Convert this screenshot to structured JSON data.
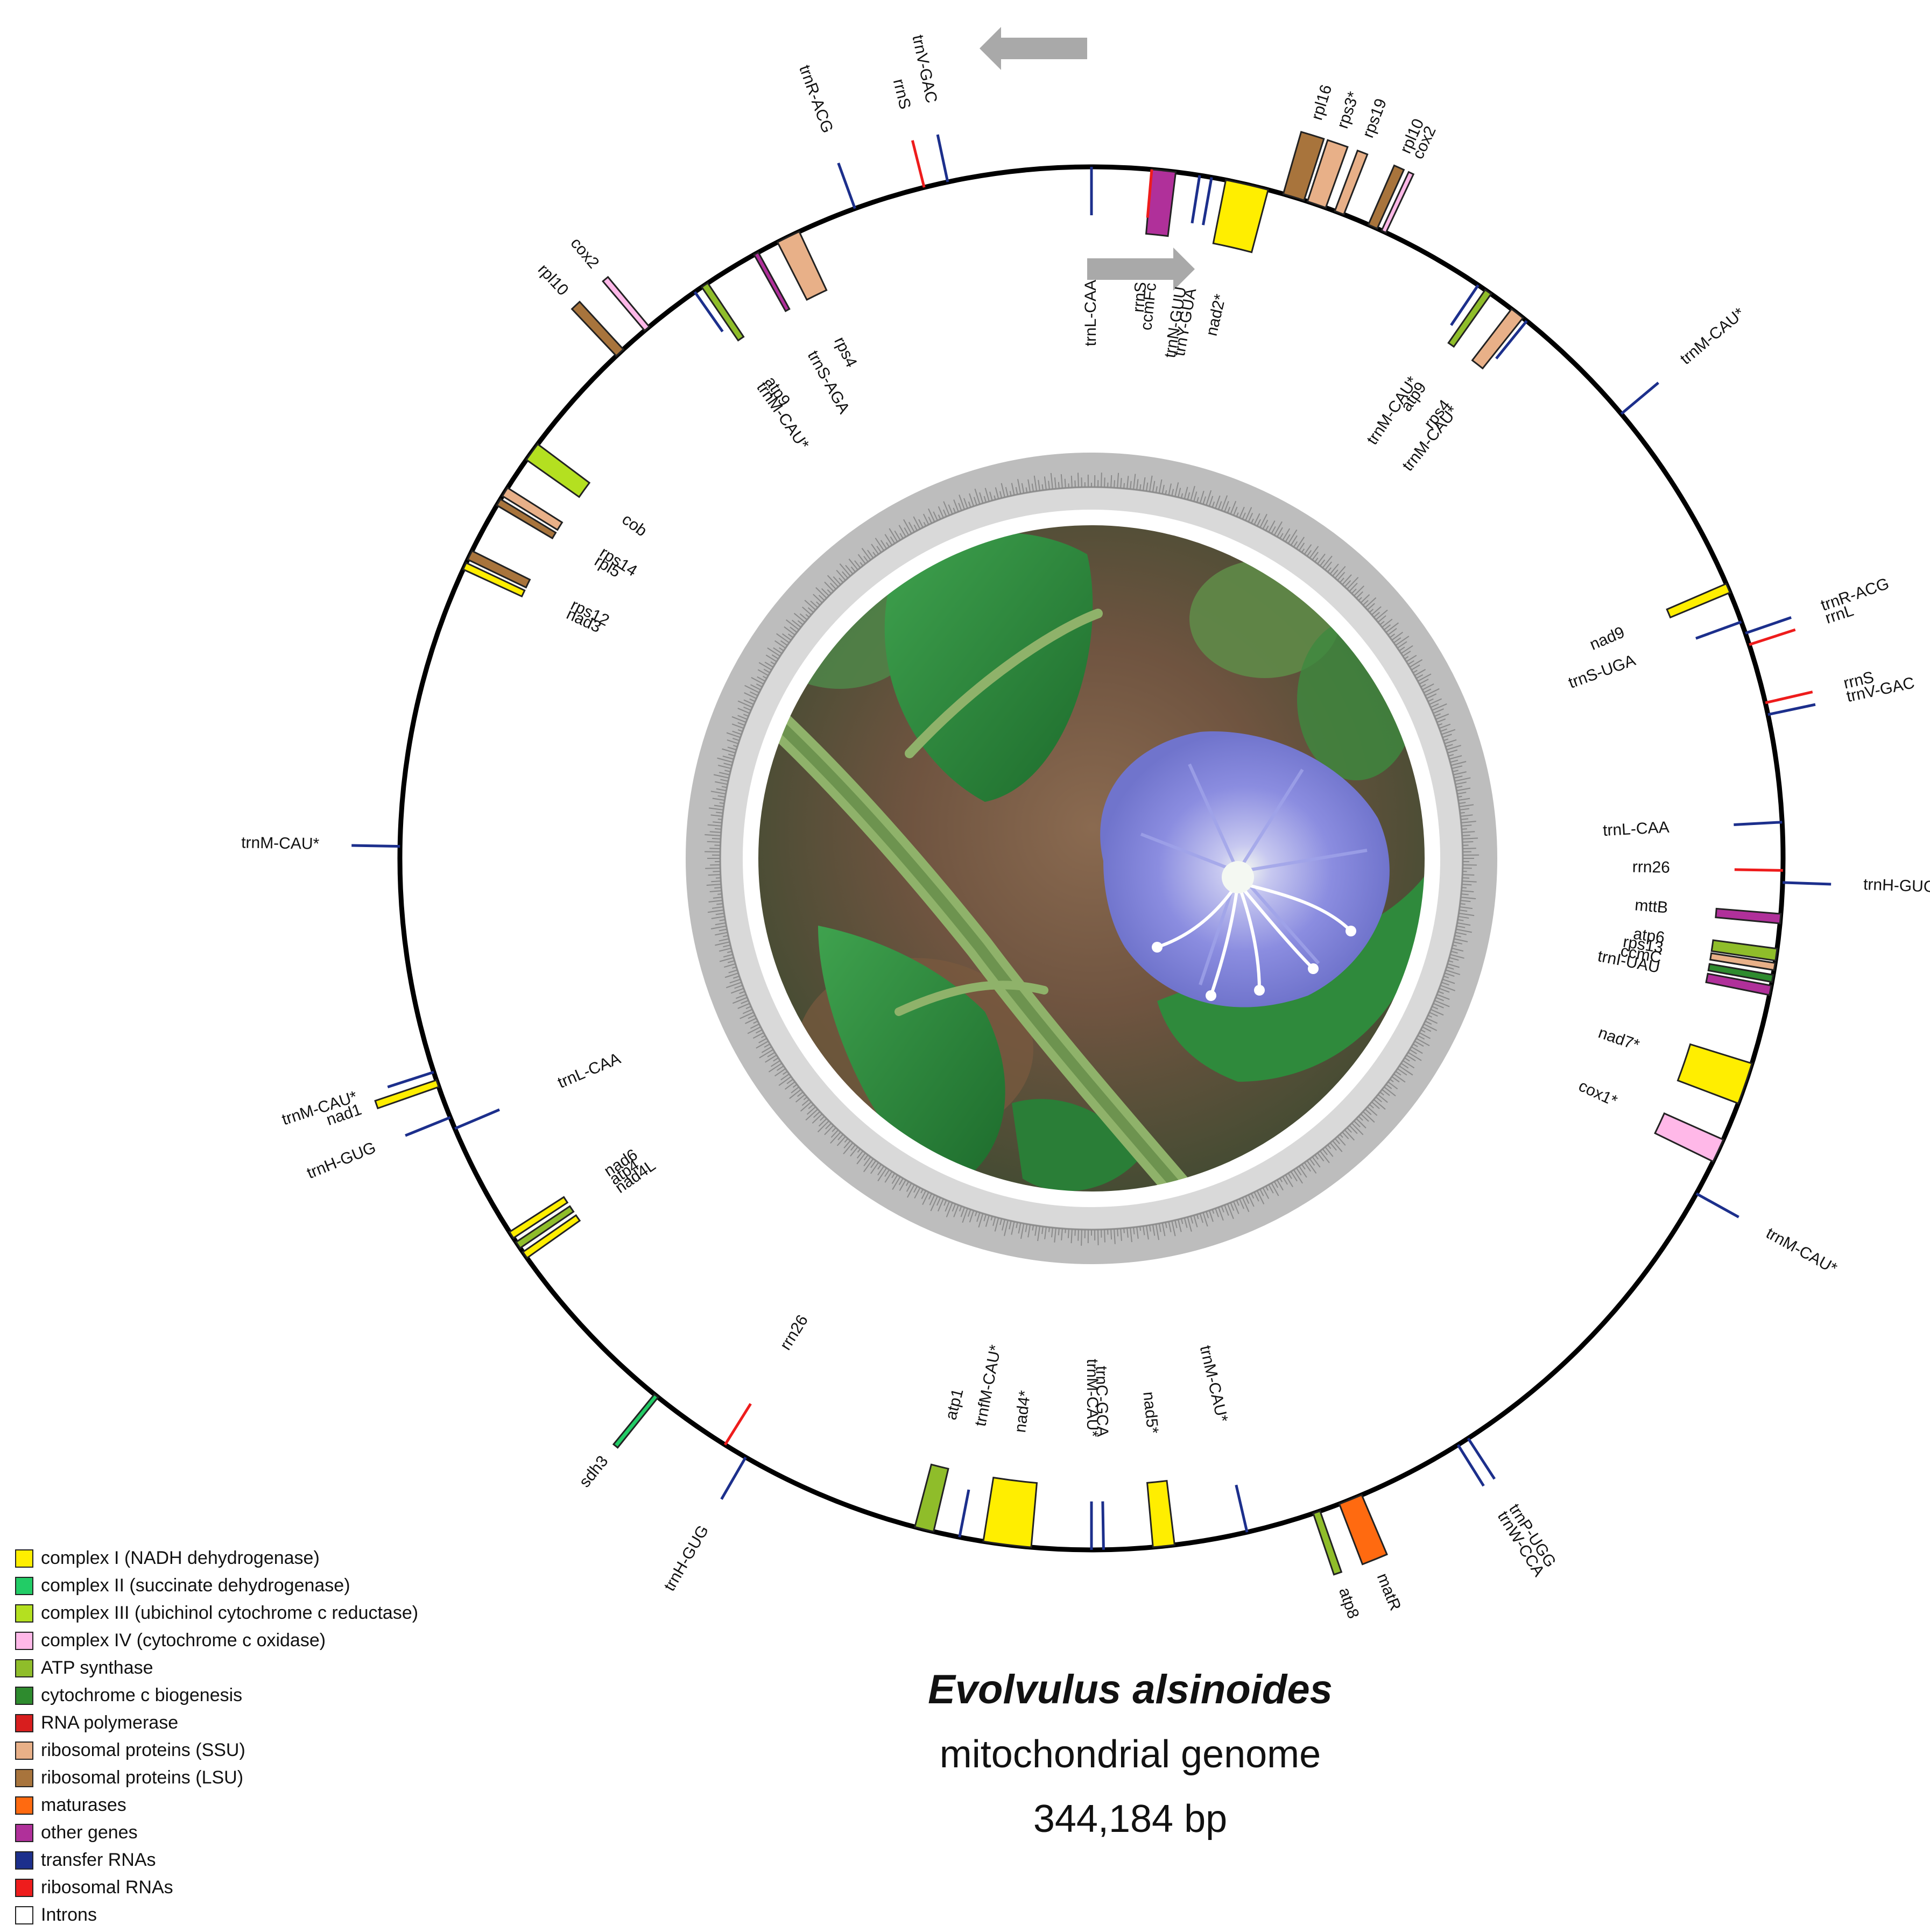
{
  "title": {
    "species": "Evolvulus alsinoides",
    "subtitle": "mitochondrial genome",
    "size": "344,184 bp"
  },
  "categories": {
    "complexI": {
      "label": "complex I (NADH dehydrogenase)",
      "color": "#ffee00"
    },
    "complexII": {
      "label": "complex II (succinate dehydrogenase)",
      "color": "#22cc66"
    },
    "complexIII": {
      "label": "complex III (ubichinol cytochrome c reductase)",
      "color": "#b4e020"
    },
    "complexIV": {
      "label": "complex IV (cytochrome c oxidase)",
      "color": "#ffb8e8"
    },
    "atp": {
      "label": "ATP synthase",
      "color": "#8fbd2a"
    },
    "ccm": {
      "label": "cytochrome c biogenesis",
      "color": "#2e8b2e"
    },
    "rnapol": {
      "label": "RNA polymerase",
      "color": "#d81e1e"
    },
    "rps": {
      "label": "ribosomal proteins (SSU)",
      "color": "#e8b088"
    },
    "rpl": {
      "label": "ribosomal proteins (LSU)",
      "color": "#a8743c"
    },
    "mat": {
      "label": "maturases",
      "color": "#ff6a10"
    },
    "other": {
      "label": "other genes",
      "color": "#b0309a"
    },
    "trna": {
      "label": "transfer RNAs",
      "color": "#1c2f8c"
    },
    "rrna": {
      "label": "ribosomal RNAs",
      "color": "#ee1c1c"
    },
    "intron": {
      "label": "Introns",
      "color": "#ffffff"
    }
  },
  "legend_order": [
    "complexI",
    "complexII",
    "complexIII",
    "complexIV",
    "atp",
    "ccm",
    "rnapol",
    "rps",
    "rpl",
    "mat",
    "other",
    "trna",
    "rrna",
    "intron"
  ],
  "photo": {
    "content": "Evolvulus alsinoides plant with blue-violet flower"
  },
  "features": [
    {
      "a": 0,
      "w": 0.4,
      "cat": "trna",
      "side": "in",
      "label": "trnL-CAA"
    },
    {
      "a": 348,
      "w": 0.4,
      "cat": "trna",
      "side": "out",
      "label": "trnV-GAC"
    },
    {
      "a": 346,
      "w": 0.5,
      "cat": "rrna",
      "side": "out",
      "label": "rrnS"
    },
    {
      "a": 340,
      "w": 0.4,
      "cat": "trna",
      "side": "out",
      "label": "trnR-ACG"
    },
    {
      "a": 334,
      "w": 2.0,
      "cat": "rps",
      "side": "in",
      "label": "rps4"
    },
    {
      "a": 331,
      "w": 0.4,
      "cat": "other",
      "side": "in",
      "label": "trnS-AGA"
    },
    {
      "a": 326,
      "w": 0.6,
      "cat": "atp",
      "side": "in",
      "label": "atp9"
    },
    {
      "a": 325,
      "w": 0.4,
      "cat": "trna",
      "side": "in",
      "label": "trnM-CAU*"
    },
    {
      "a": 320,
      "w": 0.5,
      "cat": "complexIV",
      "side": "out",
      "label": "cox2"
    },
    {
      "a": 317,
      "w": 0.8,
      "cat": "rpl",
      "side": "out",
      "label": "rpl10"
    },
    {
      "a": 306,
      "w": 1.6,
      "cat": "complexIII",
      "side": "in",
      "label": "cob"
    },
    {
      "a": 302,
      "w": 0.8,
      "cat": "rps",
      "side": "in",
      "label": "rps14"
    },
    {
      "a": 301,
      "w": 0.6,
      "cat": "rpl",
      "side": "in",
      "label": "rpl5"
    },
    {
      "a": 296,
      "w": 0.8,
      "cat": "rpl",
      "side": "in",
      "label": "rps12"
    },
    {
      "a": 295,
      "w": 0.6,
      "cat": "complexI",
      "side": "in",
      "label": "nad3"
    },
    {
      "a": 271,
      "w": 0.4,
      "cat": "trna",
      "side": "out",
      "label": "trnM-CAU*"
    },
    {
      "a": 252,
      "w": 0.4,
      "cat": "trna",
      "side": "out",
      "label": "trnM-CAU*"
    },
    {
      "a": 251,
      "w": 0.6,
      "cat": "complexI",
      "side": "out",
      "label": "nad1"
    },
    {
      "a": 248,
      "w": 0.4,
      "cat": "trna",
      "side": "out",
      "label": "trnH-GUG"
    },
    {
      "a": 247,
      "w": 0.4,
      "cat": "trna",
      "side": "in",
      "label": "trnL-CAA"
    },
    {
      "a": 237,
      "w": 0.6,
      "cat": "complexI",
      "side": "in",
      "label": "nad6"
    },
    {
      "a": 236,
      "w": 0.6,
      "cat": "atp",
      "side": "in",
      "label": "atp4"
    },
    {
      "a": 235,
      "w": 0.6,
      "cat": "complexI",
      "side": "in",
      "label": "nad4L"
    },
    {
      "a": 219,
      "w": 0.4,
      "cat": "complexII",
      "side": "out",
      "label": "sdh3"
    },
    {
      "a": 212,
      "w": 0.5,
      "cat": "rrna",
      "side": "in",
      "label": "rrn26"
    },
    {
      "a": 210,
      "w": 0.4,
      "cat": "trna",
      "side": "out",
      "label": "trnH-GUG"
    },
    {
      "a": 194,
      "w": 1.6,
      "cat": "atp",
      "side": "in",
      "label": "atp1"
    },
    {
      "a": 191,
      "w": 0.4,
      "cat": "trna",
      "side": "in",
      "label": "trnfM-CAU*"
    },
    {
      "a": 187,
      "w": 4.0,
      "cat": "complexI",
      "side": "in",
      "label": "nad4*"
    },
    {
      "a": 180,
      "w": 0.4,
      "cat": "trna",
      "side": "in",
      "label": "trnM-CAU*"
    },
    {
      "a": 179,
      "w": 0.4,
      "cat": "trna",
      "side": "in",
      "label": "trnC-GCA"
    },
    {
      "a": 174,
      "w": 1.8,
      "cat": "complexI",
      "side": "in",
      "label": "nad5*"
    },
    {
      "a": 167,
      "w": 0.4,
      "cat": "trna",
      "side": "in",
      "label": "trnM-CAU*"
    },
    {
      "a": 161,
      "w": 0.6,
      "cat": "atp",
      "side": "out",
      "label": "atp8"
    },
    {
      "a": 158,
      "w": 2.0,
      "cat": "mat",
      "side": "out",
      "label": "matR"
    },
    {
      "a": 148,
      "w": 0.4,
      "cat": "trna",
      "side": "out",
      "label": "trnW-CCA"
    },
    {
      "a": 147,
      "w": 0.4,
      "cat": "trna",
      "side": "out",
      "label": "trnP-UGG"
    },
    {
      "a": 119,
      "w": 0.4,
      "cat": "trna",
      "side": "out",
      "label": "trnM-CAU*"
    },
    {
      "a": 115,
      "w": 2.0,
      "cat": "complexIV",
      "side": "in",
      "label": "cox1*"
    },
    {
      "a": 109,
      "w": 3.5,
      "cat": "complexI",
      "side": "in",
      "label": "nad7*"
    },
    {
      "a": 101,
      "w": 0.8,
      "cat": "other",
      "side": "in",
      "label": "trnI-UAU"
    },
    {
      "a": 100,
      "w": 0.6,
      "cat": "ccm",
      "side": "in",
      "label": "ccmC"
    },
    {
      "a": 99,
      "w": 0.6,
      "cat": "rps",
      "side": "in",
      "label": "rps13"
    },
    {
      "a": 98,
      "w": 1.0,
      "cat": "atp",
      "side": "in",
      "label": "atp6"
    },
    {
      "a": 95,
      "w": 0.8,
      "cat": "other",
      "side": "in",
      "label": "mttB"
    },
    {
      "a": 92,
      "w": 0.4,
      "cat": "trna",
      "side": "out",
      "label": "trnH-GUG"
    },
    {
      "a": 91,
      "w": 0.4,
      "cat": "rrna",
      "side": "in",
      "label": "rrn26"
    },
    {
      "a": 87,
      "w": 0.4,
      "cat": "trna",
      "side": "in",
      "label": "trnL-CAA"
    },
    {
      "a": 78,
      "w": 0.4,
      "cat": "trna",
      "side": "out",
      "label": "trnV-GAC"
    },
    {
      "a": 77,
      "w": 0.5,
      "cat": "rrna",
      "side": "out",
      "label": "rrnS"
    },
    {
      "a": 72,
      "w": 0.5,
      "cat": "rrna",
      "side": "out",
      "label": "rrnL"
    },
    {
      "a": 71,
      "w": 0.4,
      "cat": "trna",
      "side": "out",
      "label": "trnR-ACG"
    },
    {
      "a": 70,
      "w": 0.4,
      "cat": "trna",
      "side": "in",
      "label": "trnS-UGA"
    },
    {
      "a": 67,
      "w": 0.8,
      "cat": "complexI",
      "side": "in",
      "label": "nad9"
    },
    {
      "a": 50,
      "w": 0.4,
      "cat": "trna",
      "side": "out",
      "label": "trnM-CAU*"
    },
    {
      "a": 39,
      "w": 0.4,
      "cat": "trna",
      "side": "in",
      "label": "trnM-CAU*"
    },
    {
      "a": 38,
      "w": 1.2,
      "cat": "rps",
      "side": "in",
      "label": "rps4"
    },
    {
      "a": 35,
      "w": 0.6,
      "cat": "atp",
      "side": "in",
      "label": "atp9"
    },
    {
      "a": 34,
      "w": 0.4,
      "cat": "trna",
      "side": "in",
      "label": "trnM-CAU*"
    },
    {
      "a": 25,
      "w": 0.4,
      "cat": "complexIV",
      "side": "out",
      "label": "cox2"
    },
    {
      "a": 24,
      "w": 0.8,
      "cat": "rpl",
      "side": "out",
      "label": "rpl10"
    },
    {
      "a": 21,
      "w": 0.8,
      "cat": "rps",
      "side": "out",
      "label": "rps19"
    },
    {
      "a": 19,
      "w": 1.6,
      "cat": "rps",
      "side": "out",
      "label": "rps3*"
    },
    {
      "a": 17,
      "w": 1.8,
      "cat": "rpl",
      "side": "out",
      "label": "rpl16"
    },
    {
      "a": 13,
      "w": 3.6,
      "cat": "complexI",
      "side": "in",
      "label": "nad2*"
    },
    {
      "a": 10,
      "w": 0.4,
      "cat": "trna",
      "side": "in",
      "label": "trnY-GUA"
    },
    {
      "a": 9,
      "w": 0.4,
      "cat": "trna",
      "side": "in",
      "label": "trnN-GUU"
    },
    {
      "a": 6,
      "w": 2.0,
      "cat": "other",
      "side": "in",
      "label": "ccmFc"
    },
    {
      "a": 5,
      "w": 0.4,
      "cat": "rrna",
      "side": "in",
      "label": "rrnS"
    }
  ]
}
